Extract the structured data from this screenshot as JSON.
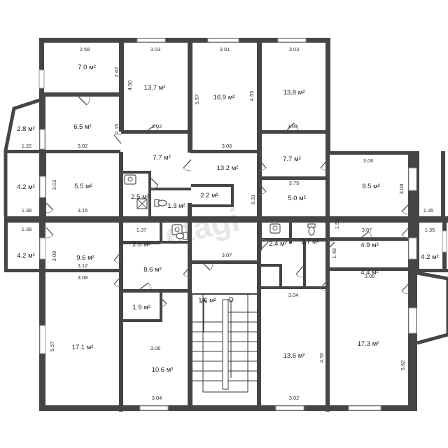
{
  "plan": {
    "watermark": "etagi",
    "areas": [
      {
        "id": "r1",
        "text": "7.0 м²"
      },
      {
        "id": "r2",
        "text": "13.7 м²"
      },
      {
        "id": "r3",
        "text": "16.9 м²"
      },
      {
        "id": "r4",
        "text": "13.8 м²"
      },
      {
        "id": "r5",
        "text": "2.8 м²"
      },
      {
        "id": "r6",
        "text": "6.5 м²"
      },
      {
        "id": "r7",
        "text": "7.7 м²"
      },
      {
        "id": "r8",
        "text": "13.2 м²"
      },
      {
        "id": "r9",
        "text": "7.7 м²"
      },
      {
        "id": "r10",
        "text": "4.2 м²"
      },
      {
        "id": "r11",
        "text": "5.5 м²"
      },
      {
        "id": "r12",
        "text": "2.5 м²"
      },
      {
        "id": "r13",
        "text": "1.3 м²"
      },
      {
        "id": "r14",
        "text": "2.2 м²"
      },
      {
        "id": "r15",
        "text": "5.0 м²"
      },
      {
        "id": "r16",
        "text": "9.5 м²"
      },
      {
        "id": "r17",
        "text": "4.2 м²"
      },
      {
        "id": "r18",
        "text": "9.6 м²"
      },
      {
        "id": "r19",
        "text": "2.6 м²"
      },
      {
        "id": "r20",
        "text": "2.4 м²"
      },
      {
        "id": "r21",
        "text": "2.7 м²"
      },
      {
        "id": "r22",
        "text": "4.9 м²"
      },
      {
        "id": "r23",
        "text": "4.2 м²"
      },
      {
        "id": "r24",
        "text": "8.6 м²"
      },
      {
        "id": "r25",
        "text": "4.4 м²"
      },
      {
        "id": "r26",
        "text": "1.6 м²"
      },
      {
        "id": "r27",
        "text": "1.9 м²"
      },
      {
        "id": "r28",
        "text": "17.1 м²"
      },
      {
        "id": "r29",
        "text": "10.6 м²"
      },
      {
        "id": "r30",
        "text": "13.6 м²"
      },
      {
        "id": "r31",
        "text": "17.3 м²"
      }
    ],
    "dimensions": [
      {
        "id": "d1",
        "text": "2.58"
      },
      {
        "id": "d2",
        "text": "3.03"
      },
      {
        "id": "d3",
        "text": "3.01"
      },
      {
        "id": "d4",
        "text": "3.03"
      },
      {
        "id": "d5",
        "text": "2.62"
      },
      {
        "id": "d6",
        "text": "4.50"
      },
      {
        "id": "d7",
        "text": "5.57"
      },
      {
        "id": "d8",
        "text": "4.55"
      },
      {
        "id": "d9",
        "text": "2.15"
      },
      {
        "id": "d10",
        "text": "3.02"
      },
      {
        "id": "d11",
        "text": "3.04"
      },
      {
        "id": "d12",
        "text": "1.22"
      },
      {
        "id": "d13",
        "text": "3.02"
      },
      {
        "id": "d14",
        "text": "3.06"
      },
      {
        "id": "d15",
        "text": "3.06"
      },
      {
        "id": "d16",
        "text": "3.03"
      },
      {
        "id": "d17",
        "text": "3.75"
      },
      {
        "id": "d18",
        "text": "3.08"
      },
      {
        "id": "d19",
        "text": "6.31"
      },
      {
        "id": "d20",
        "text": "1.38"
      },
      {
        "id": "d21",
        "text": "3.15"
      },
      {
        "id": "d22",
        "text": "1.35"
      },
      {
        "id": "d23",
        "text": "1.38"
      },
      {
        "id": "d24",
        "text": "1.37"
      },
      {
        "id": "d25",
        "text": "3.07"
      },
      {
        "id": "d26",
        "text": "1.35"
      },
      {
        "id": "d27",
        "text": "3.08"
      },
      {
        "id": "d28",
        "text": "1.58"
      },
      {
        "id": "d29",
        "text": "1.48"
      },
      {
        "id": "d30",
        "text": "3.12"
      },
      {
        "id": "d31",
        "text": "3.07"
      },
      {
        "id": "d32",
        "text": "3.08"
      },
      {
        "id": "d33",
        "text": "3.08"
      },
      {
        "id": "d34",
        "text": "3.04"
      },
      {
        "id": "d35",
        "text": "5.57"
      },
      {
        "id": "d36",
        "text": "3.06"
      },
      {
        "id": "d37",
        "text": "4.50"
      },
      {
        "id": "d38",
        "text": "5.62"
      },
      {
        "id": "d39",
        "text": "3.04"
      },
      {
        "id": "d40",
        "text": "3.02"
      }
    ]
  }
}
